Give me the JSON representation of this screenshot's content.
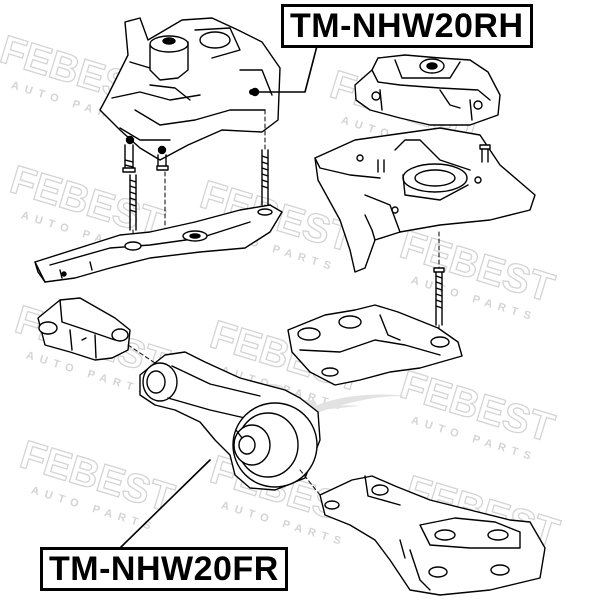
{
  "labels": {
    "part_rh": "TM-NHW20RH",
    "part_fr": "TM-NHW20FR"
  },
  "watermark": {
    "brand": "FEBEST",
    "tagline": "AUTO PARTS",
    "color": "#d9d9d9"
  },
  "colors": {
    "line": "#000000",
    "background": "#ffffff"
  },
  "icons": {
    "center_mark": "opencart-logo-watermark"
  }
}
